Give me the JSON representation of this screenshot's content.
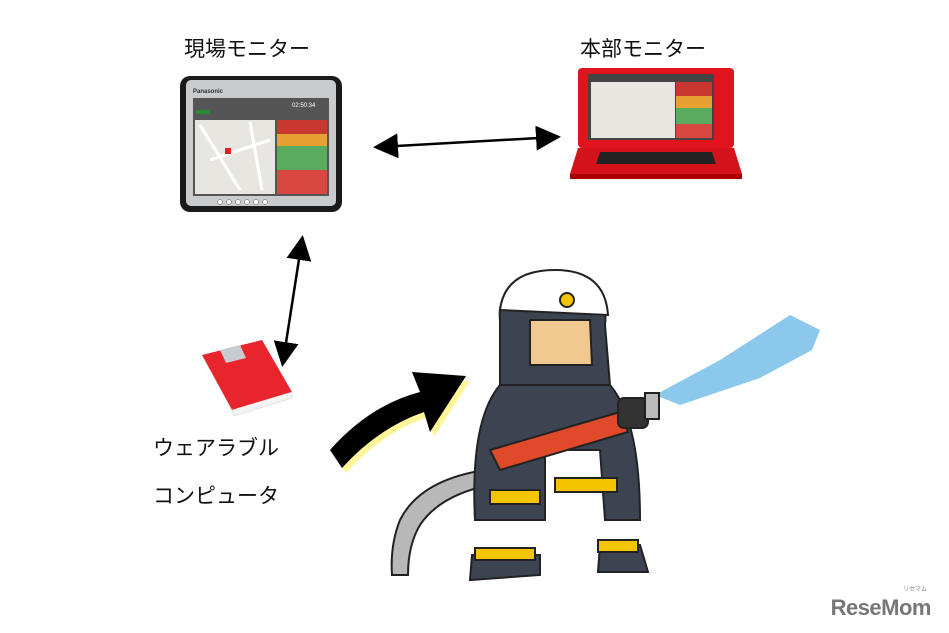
{
  "labels": {
    "field_monitor": "現場モニター",
    "hq_monitor": "本部モニター",
    "wearable_line1": "ウェアラブル",
    "wearable_line2": "コンピュータ"
  },
  "tablet": {
    "brand": "Panasonic",
    "clock": "02:50:34"
  },
  "logo": {
    "text": "ReseMom",
    "kana": "リセマム"
  },
  "colors": {
    "laptop": "#e0141c",
    "device": "#e8242c",
    "arrow": "#000000",
    "water": "#8cc8ec",
    "suit": "#3c4452",
    "stripe": "#f5c400",
    "hose": "#e04a2a"
  }
}
